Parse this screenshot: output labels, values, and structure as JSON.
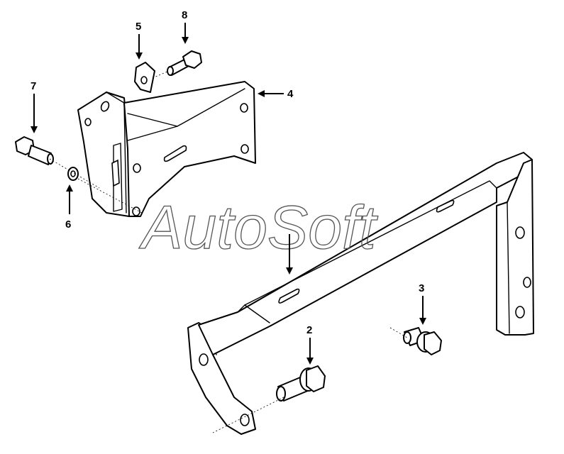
{
  "watermark": "AutoSoft",
  "callouts": [
    {
      "id": "callout-8",
      "label": "8"
    },
    {
      "id": "callout-5",
      "label": "5"
    },
    {
      "id": "callout-7",
      "label": "7"
    },
    {
      "id": "callout-4",
      "label": "4"
    },
    {
      "id": "callout-6",
      "label": "6"
    },
    {
      "id": "callout-3",
      "label": "3"
    },
    {
      "id": "callout-2",
      "label": "2"
    }
  ]
}
